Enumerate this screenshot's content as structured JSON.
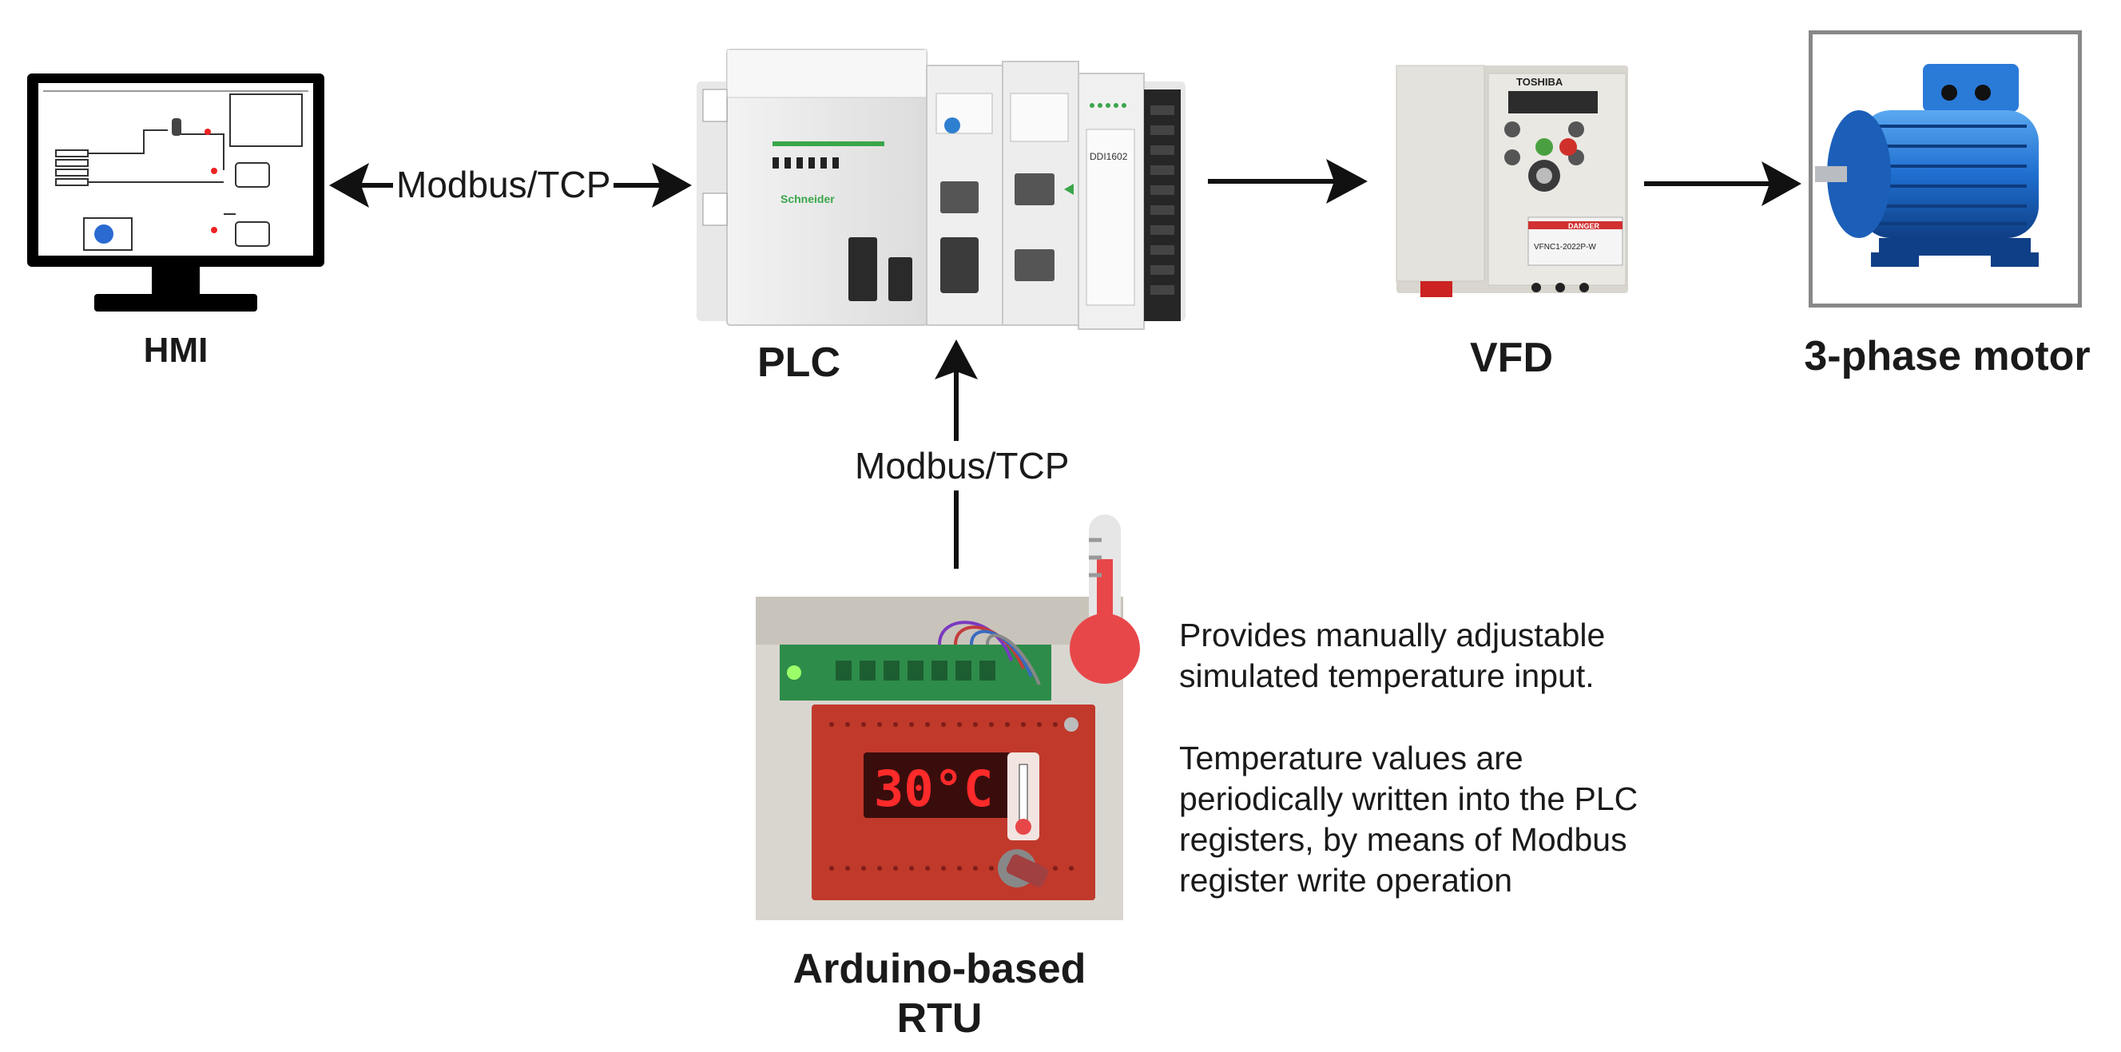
{
  "nodes": {
    "hmi": {
      "label": "HMI"
    },
    "plc": {
      "label": "PLC",
      "brand": "Schneider",
      "module_label": "DDI1602"
    },
    "vfd": {
      "label": "VFD",
      "brand": "TOSHIBA",
      "model": "VFNC1-2022P-W",
      "warning": "DANGER"
    },
    "motor": {
      "label": "3-phase motor"
    },
    "rtu": {
      "label_line1": "Arduino-based",
      "label_line2": "RTU",
      "display_value": "30°C"
    }
  },
  "edges": {
    "hmi_plc": {
      "label": "Modbus/TCP"
    },
    "rtu_plc": {
      "label": "Modbus/TCP"
    }
  },
  "annotation": {
    "paragraph1": [
      "Provides manually adjustable",
      "simulated temperature input."
    ],
    "paragraph2": [
      "Temperature values are",
      "periodically written into the PLC",
      "registers, by means of Modbus",
      "register write operation"
    ]
  },
  "icons": [
    "monitor-icon",
    "plc-rack-icon",
    "vfd-drive-icon",
    "electric-motor-icon",
    "thermometer-icon",
    "arduino-board-icon"
  ],
  "colors": {
    "arrow": "#111111",
    "motor_blue": "#1f6fd0",
    "thermometer_red": "#e8474a",
    "pcb_red": "#c0392b",
    "display_red": "#ff2a2a"
  }
}
